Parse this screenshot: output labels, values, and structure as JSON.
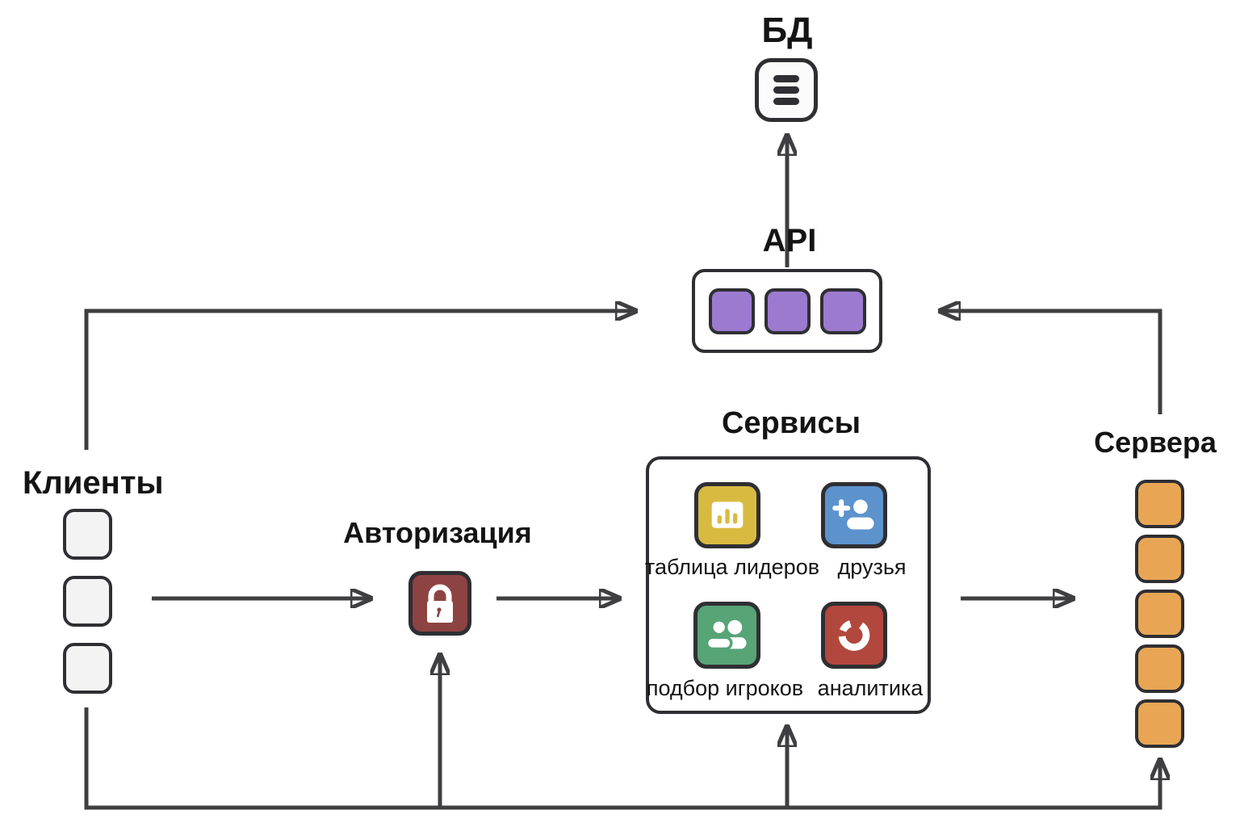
{
  "nodes": {
    "database": {
      "label": "БД",
      "icon": "database-icon"
    },
    "api": {
      "label": "API",
      "module_count": 3
    },
    "services": {
      "label": "Сервисы",
      "items": [
        {
          "label": "таблица лидеров",
          "icon": "bar-chart-icon"
        },
        {
          "label": "друзья",
          "icon": "add-friend-icon"
        },
        {
          "label": "подбор игроков",
          "icon": "people-icon"
        },
        {
          "label": "аналитика",
          "icon": "donut-chart-icon"
        }
      ]
    },
    "auth": {
      "label": "Авторизация",
      "icon": "lock-icon"
    },
    "clients": {
      "label": "Клиенты",
      "count": 3
    },
    "servers": {
      "label": "Сервера",
      "count": 5
    }
  },
  "edges": [
    {
      "from": "clients",
      "to": "api",
      "path": "direct"
    },
    {
      "from": "servers",
      "to": "api",
      "path": "direct"
    },
    {
      "from": "api",
      "to": "database",
      "path": "direct"
    },
    {
      "from": "clients",
      "to": "auth",
      "path": "direct"
    },
    {
      "from": "auth",
      "to": "services",
      "path": "direct"
    },
    {
      "from": "services",
      "to": "servers",
      "path": "direct"
    },
    {
      "from": "clients",
      "to": "auth",
      "path": "bottom"
    },
    {
      "from": "clients",
      "to": "services",
      "path": "bottom"
    },
    {
      "from": "clients",
      "to": "servers",
      "path": "bottom"
    }
  ],
  "colors": {
    "ink": "#2f2f33",
    "arrow": "#3f3f42",
    "purple": "#9c7ad0",
    "yellow": "#d9ba41",
    "blue": "#5c93cd",
    "green": "#57a477",
    "red": "#b2473d",
    "maroon": "#8e4343",
    "orange": "#e8a655",
    "client-gray": "#f3f3f3",
    "db-fill": "#fbfbfb"
  }
}
